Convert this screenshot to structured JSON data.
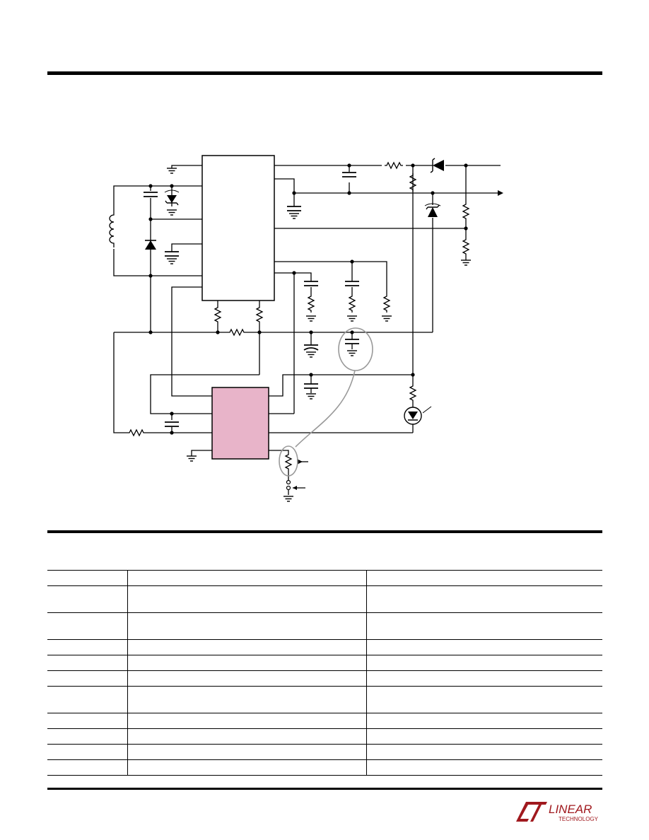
{
  "logo": {
    "word": "LINEAR",
    "sub": "TECHNOLOGY",
    "color": "#a0191e"
  },
  "schematic": {
    "ic_fill": "#e8b4c9"
  },
  "table": {
    "rows": [
      {
        "cells": [
          "",
          "",
          ""
        ],
        "h": 22
      },
      {
        "cells": [
          "",
          "",
          ""
        ],
        "h": 38
      },
      {
        "cells": [
          "",
          "",
          ""
        ],
        "h": 38
      },
      {
        "cells": [
          "",
          "",
          ""
        ],
        "h": 22
      },
      {
        "cells": [
          "",
          "",
          ""
        ],
        "h": 22
      },
      {
        "cells": [
          "",
          "",
          ""
        ],
        "h": 22
      },
      {
        "cells": [
          "",
          "",
          ""
        ],
        "h": 38
      },
      {
        "cells": [
          "",
          "",
          ""
        ],
        "h": 22
      },
      {
        "cells": [
          "",
          "",
          ""
        ],
        "h": 22
      },
      {
        "cells": [
          "",
          "",
          ""
        ],
        "h": 22
      },
      {
        "cells": [
          "",
          "",
          ""
        ],
        "h": 22
      }
    ]
  }
}
